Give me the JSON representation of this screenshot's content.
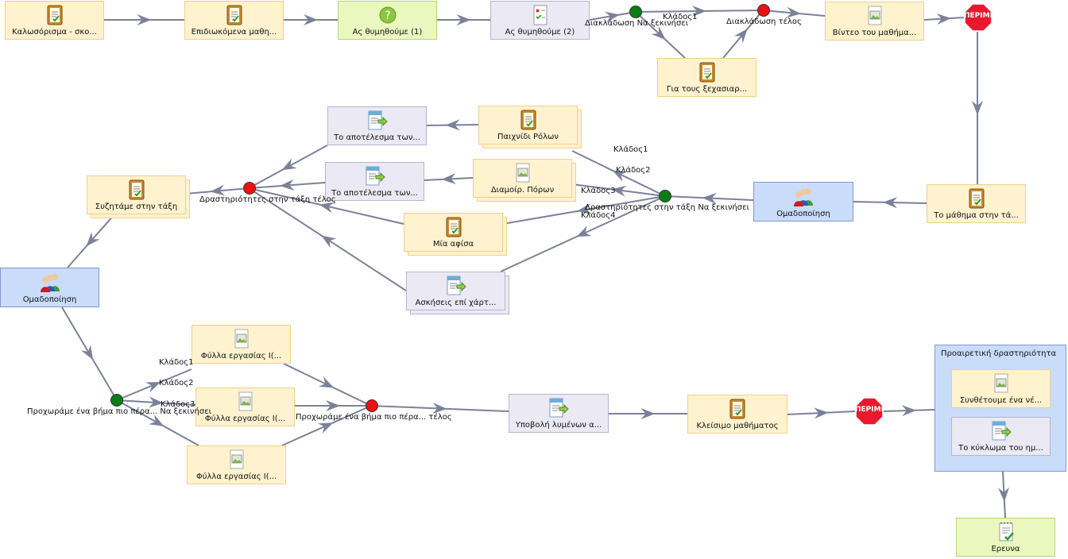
{
  "nodes": {
    "welcome": "Καλωσόρισμα - σκο...",
    "objectives": "Επιδιωκόμενα μαθη...",
    "recall1": "Ας θυμηθούμε (1)",
    "recall2": "Ας θυμηθούμε (2)",
    "forgetful": "Για τους ξεχασιαρ...",
    "video": "Βίντεο του μαθήμα...",
    "lesson_class": "Το μάθημα στην τά...",
    "grouping_right": "Ομαδοποίηση",
    "role_play": "Παιχνίδι Ρόλων",
    "result_top": "Το αποτέλεσμα των...",
    "resources": "Διαμοίρ. Πόρων",
    "result_mid": "Το αποτέλεσμα των...",
    "poster": "Μία αφίσα",
    "paper_ex": "Ασκήσεις επί χάρτ...",
    "discuss": "Συζητάμε στην τάξη",
    "grouping_left": "Ομαδοποίηση",
    "ws1": "Φύλλα εργασίας Ι(...",
    "ws2": "Φύλλα εργασίας Ι(...",
    "ws3": "Φύλλα εργασίας Ι(...",
    "submit": "Υποβολή λυμένων α...",
    "closing": "Κλείσιμο μαθήματος",
    "compose": "Συνθέτουμε ένα νέ...",
    "cycle": "Το κύκλωμα του ημ...",
    "survey": "Ερευνα"
  },
  "labels": {
    "branch1_start": "Διακλάδωση Να ξεκινήσει",
    "branch1_end": "Διακλάδωση τέλος",
    "branch1_k1": "Κλάδος1",
    "class_start": "Δραστηριότητες στην τάξη Να ξεκινήσει",
    "class_end": "Δραστηριότητες στην τάξη τέλος",
    "class_k1": "Κλάδος1",
    "class_k2": "Κλάδος2",
    "class_k3": "Κλάδος3",
    "class_k4": "Κλάδος4",
    "step_start": "Προχωράμε ένα βήμα πιο πέρα... Να ξεκινήσει",
    "step_end": "Προχωράμε ένα βήμα πιο πέρα... τέλος",
    "step_k1": "Κλάδος1",
    "step_k2": "Κλάδος2",
    "step_k3": "Κλάδος3",
    "optional_title": "Προαιρετική δραστηριότητα",
    "stop1": "ΠΕΡΙΜΕΝ",
    "stop2": "ΠΕΡΙΜΕΝ"
  },
  "colors": {
    "edge": "#7b8198",
    "tool": "#fff2cf",
    "purple": "#ebe9f4",
    "green": "#eaf8c0",
    "blue": "#c9dcfa",
    "gate_start": "#0a7d16",
    "gate_end": "#ee1111",
    "stop": "#e8192c"
  }
}
